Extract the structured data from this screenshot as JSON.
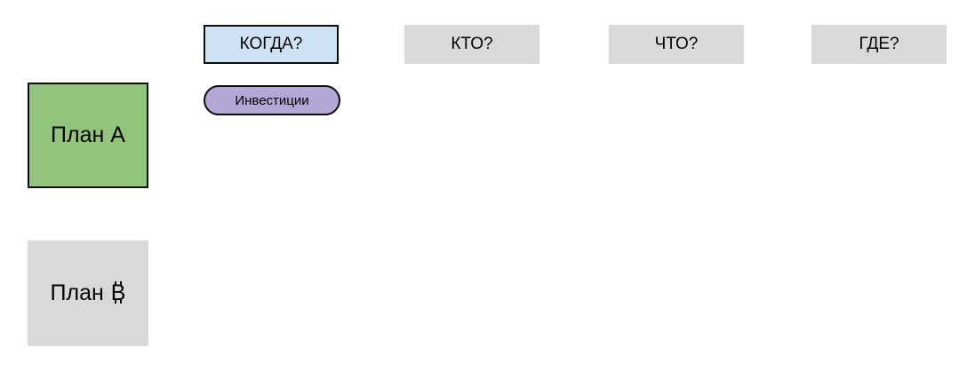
{
  "columns": [
    {
      "label": "КОГДА?",
      "fill": "#cfe2f3",
      "outlined": true
    },
    {
      "label": "КТО?",
      "fill": "#d9d9d9",
      "outlined": false
    },
    {
      "label": "ЧТО?",
      "fill": "#d9d9d9",
      "outlined": false
    },
    {
      "label": "ГДЕ?",
      "fill": "#d9d9d9",
      "outlined": false
    }
  ],
  "rows": [
    {
      "label": "План А",
      "fill": "#93c47d",
      "outlined": true
    },
    {
      "label": "План ₿",
      "label_word": "План",
      "symbol": "₿",
      "symbol_letter": "B",
      "fill": "#d9d9d9",
      "outlined": false
    }
  ],
  "cards": [
    {
      "label": "Инвестиции",
      "fill": "#b4a7d6",
      "column": "КОГДА?",
      "row": "План А"
    }
  ],
  "colors": {
    "background": "#ffffff",
    "outline": "#0d0d0d",
    "text": "#000000",
    "column_active_fill": "#cfe2f3",
    "column_fill": "#d9d9d9",
    "plan_a_fill": "#93c47d",
    "plan_b_fill": "#d9d9d9",
    "card_fill": "#b4a7d6"
  }
}
